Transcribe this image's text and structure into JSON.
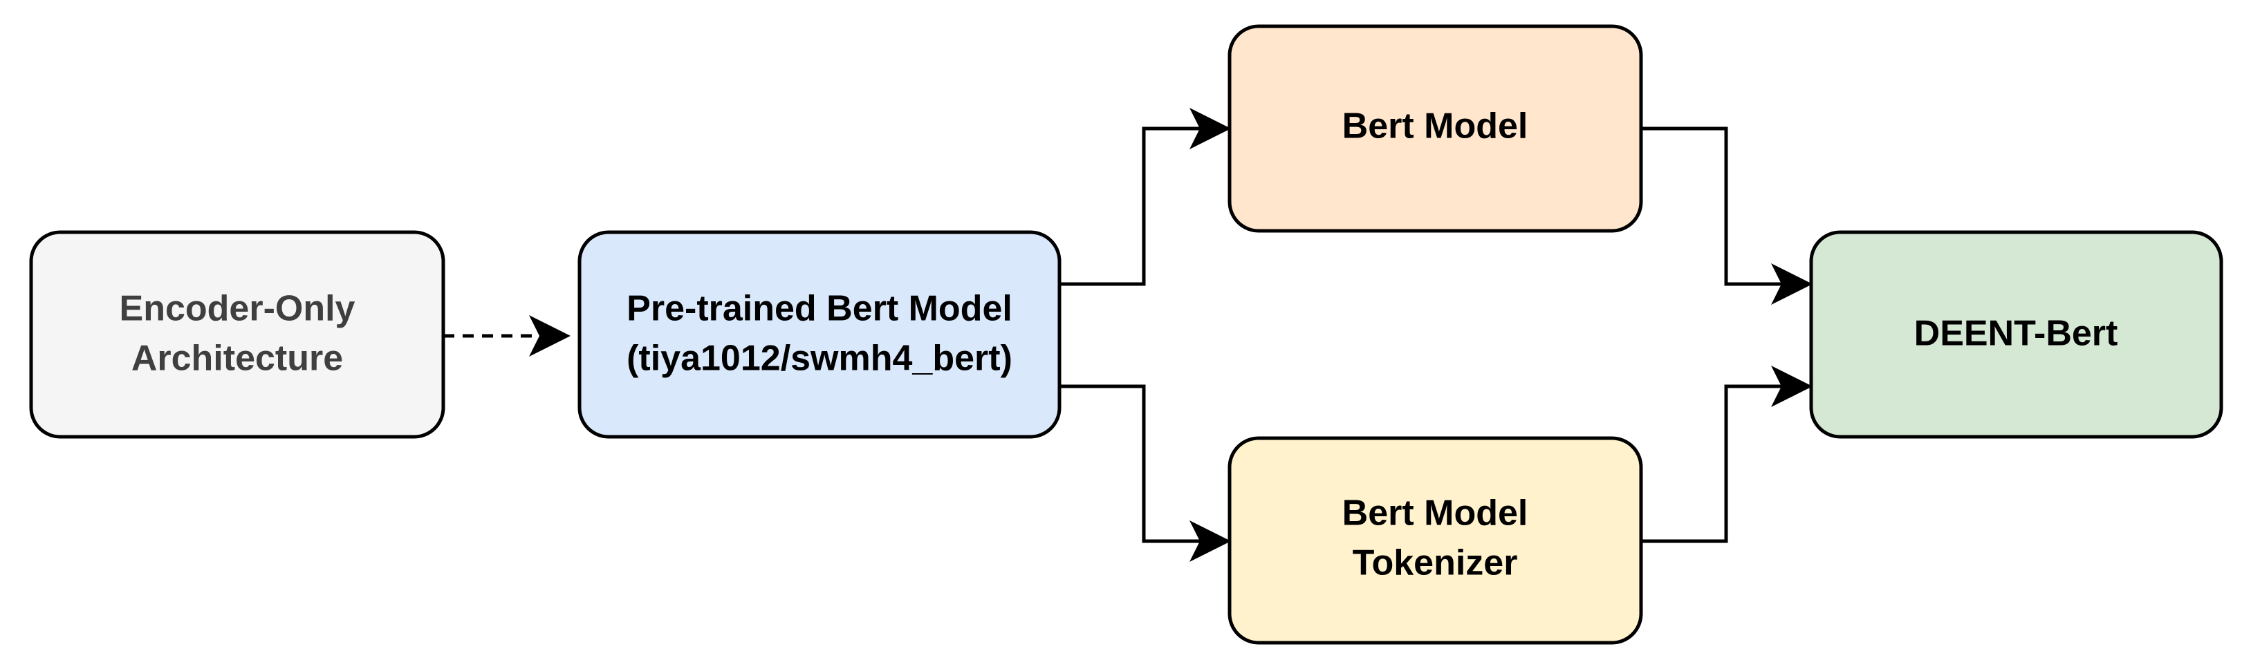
{
  "nodes": {
    "encoder_only": {
      "lines": [
        "Encoder-Only",
        "Architecture"
      ],
      "fill": "#f5f5f5",
      "text_color": "#3f3f3f"
    },
    "pretrained": {
      "lines": [
        "Pre-trained Bert Model",
        "(tiya1012/swmh4_bert)"
      ],
      "fill": "#dae8fc",
      "text_color": "#000000"
    },
    "bert_model": {
      "lines": [
        "Bert Model"
      ],
      "fill": "#ffe6cc",
      "text_color": "#000000"
    },
    "tokenizer": {
      "lines": [
        "Bert Model",
        "Tokenizer"
      ],
      "fill": "#fff2cc",
      "text_color": "#000000"
    },
    "deent": {
      "lines": [
        "DEENT-Bert"
      ],
      "fill": "#d5e8d4",
      "text_color": "#000000"
    }
  },
  "edges": [
    {
      "from": "encoder_only",
      "to": "pretrained",
      "style": "dashed"
    },
    {
      "from": "pretrained",
      "to": "bert_model",
      "style": "solid"
    },
    {
      "from": "pretrained",
      "to": "tokenizer",
      "style": "solid"
    },
    {
      "from": "bert_model",
      "to": "deent",
      "style": "solid"
    },
    {
      "from": "tokenizer",
      "to": "deent",
      "style": "solid"
    }
  ]
}
